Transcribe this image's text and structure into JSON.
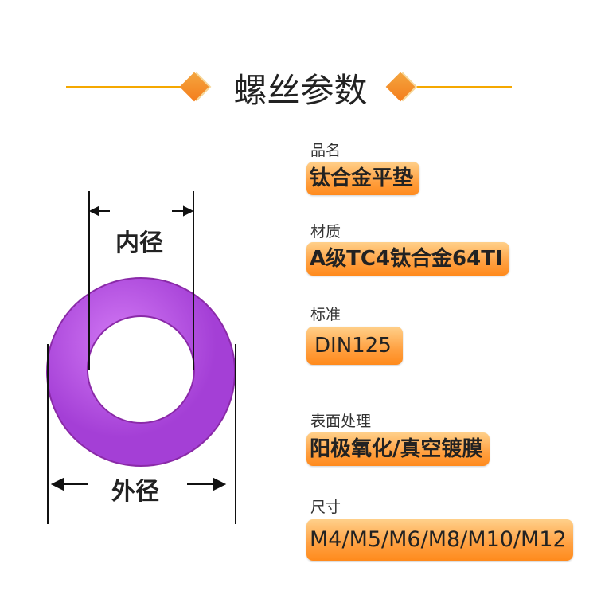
{
  "title": "螺丝参数",
  "specs": [
    {
      "label": "品名",
      "value": "钛合金平垫"
    },
    {
      "label": "材质",
      "value": "A级TC4钛合金64TI"
    },
    {
      "label": "标准",
      "value": "DIN125"
    },
    {
      "label": "表面处理",
      "value": "阳极氧化/真空镀膜"
    },
    {
      "label": "尺寸",
      "value": "M4/M5/M6/M8/M10/M12"
    }
  ],
  "diagram": {
    "inner_label": "内径",
    "outer_label": "外径",
    "washer_color": "#b44fe0"
  }
}
